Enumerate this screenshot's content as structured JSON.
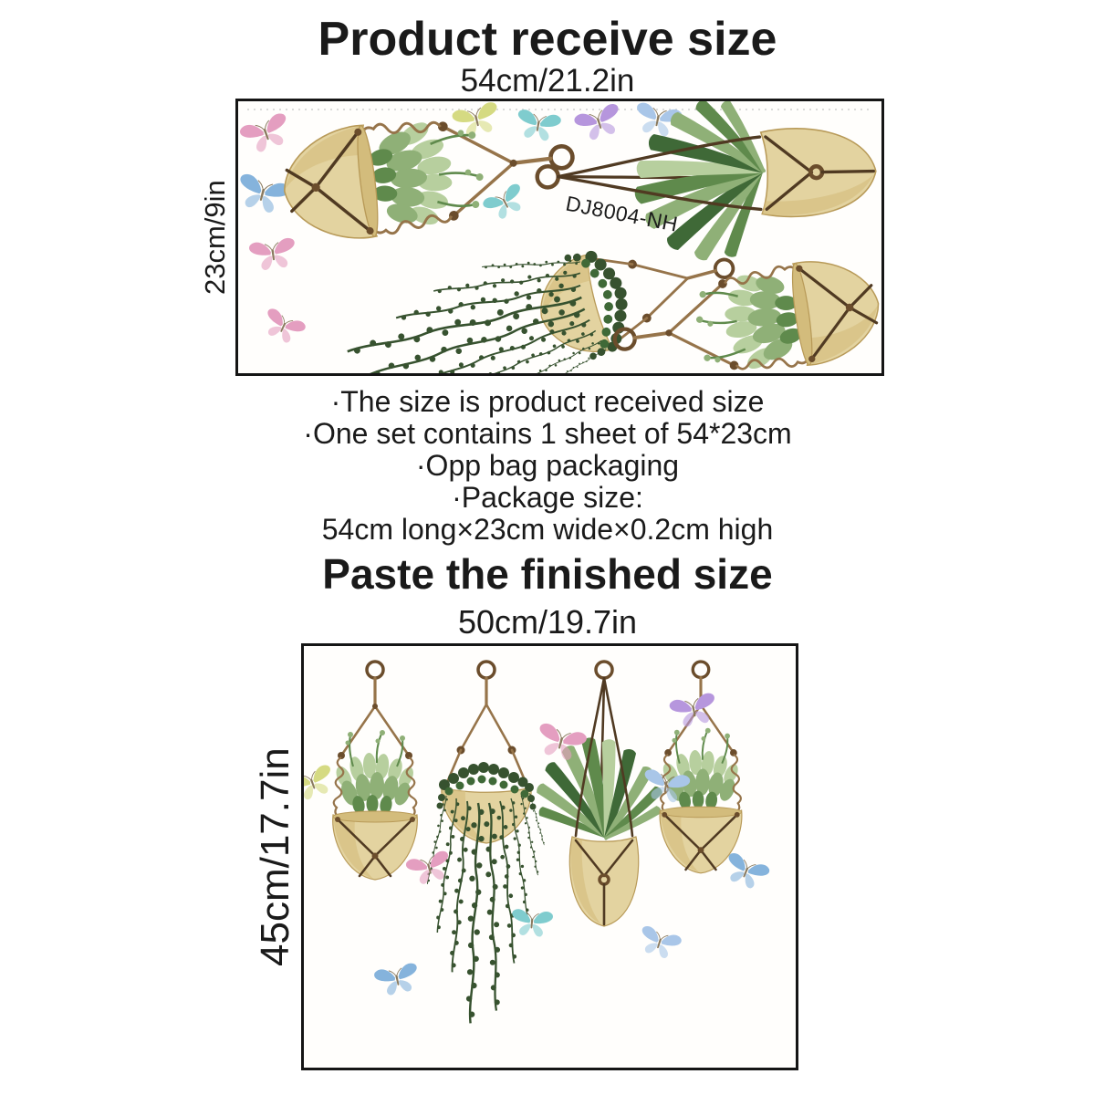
{
  "page": {
    "background": "#ffffff"
  },
  "section1": {
    "title": "Product receive size",
    "width_label": "54cm/21.2in",
    "height_label": "23cm/9in",
    "sheet_code": "DJ8004-NH",
    "bullets": [
      "·The size is product received size",
      "·One set contains 1 sheet of 54*23cm",
      "·Opp bag packaging",
      "·Package size:",
      "54cm long×23cm wide×0.2cm high"
    ]
  },
  "section2": {
    "title": "Paste the finished size",
    "width_label": "50cm/19.7in",
    "height_label": "45cm/17.7in"
  },
  "artwork": {
    "sheet_items": [
      "hanging-succulent-planter-tilted",
      "hanging-aloe-planter-tilted",
      "trailing-string-of-pearls-planter-tilted",
      "hanging-succulent-planter-tilted",
      "butterflies"
    ],
    "wall_items": [
      "hanging-succulent-planter",
      "trailing-string-of-pearls-planter",
      "hanging-aloe-planter",
      "hanging-succulent-planter",
      "butterflies"
    ]
  },
  "colors": {
    "page_bg": "#ffffff",
    "text": "#1a1a1a",
    "border": "#151515",
    "pot_light": "#e3d3a0",
    "pot_mid": "#d3bc7c",
    "pot_dark": "#b89a58",
    "rope": "#96744a",
    "rope_dark": "#6b4d2c",
    "strap": "#503a22",
    "leaf_light": "#b7cf9e",
    "leaf_mid": "#8fb077",
    "leaf_dark": "#5f8a4c",
    "leaf_deep": "#3f6937",
    "pearl": "#37522f",
    "butterfly_pink": "#e49ec0",
    "butterfly_blue": "#85b3dc",
    "butterfly_purple": "#b696dd",
    "butterfly_teal": "#7fccce",
    "butterfly_yellow": "#d5da82",
    "butterfly_lightblue": "#a9c6e8"
  }
}
